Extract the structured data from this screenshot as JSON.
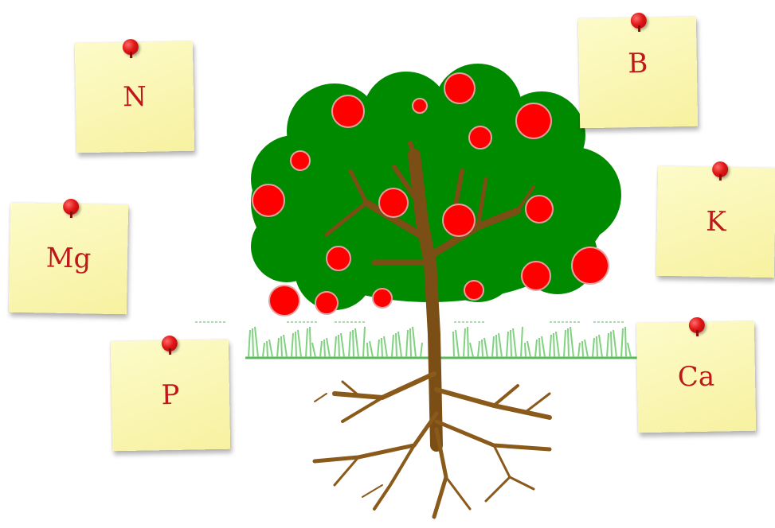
{
  "notes": {
    "n": {
      "label": "N"
    },
    "mg": {
      "label": "Mg"
    },
    "p": {
      "label": "P"
    },
    "b": {
      "label": "B"
    },
    "k": {
      "label": "K"
    },
    "ca": {
      "label": "Ca"
    }
  },
  "colors": {
    "note_paper": "#f9f4ad",
    "note_text": "#c0171a",
    "pin": "#e01515",
    "foliage": "#008a00",
    "apple": "#ff0000",
    "trunk": "#7a4e14",
    "grass": "#5cb85c"
  },
  "icons": [
    "tree-icon",
    "apple-icon",
    "roots-icon",
    "grass-icon",
    "pushpin-icon"
  ]
}
